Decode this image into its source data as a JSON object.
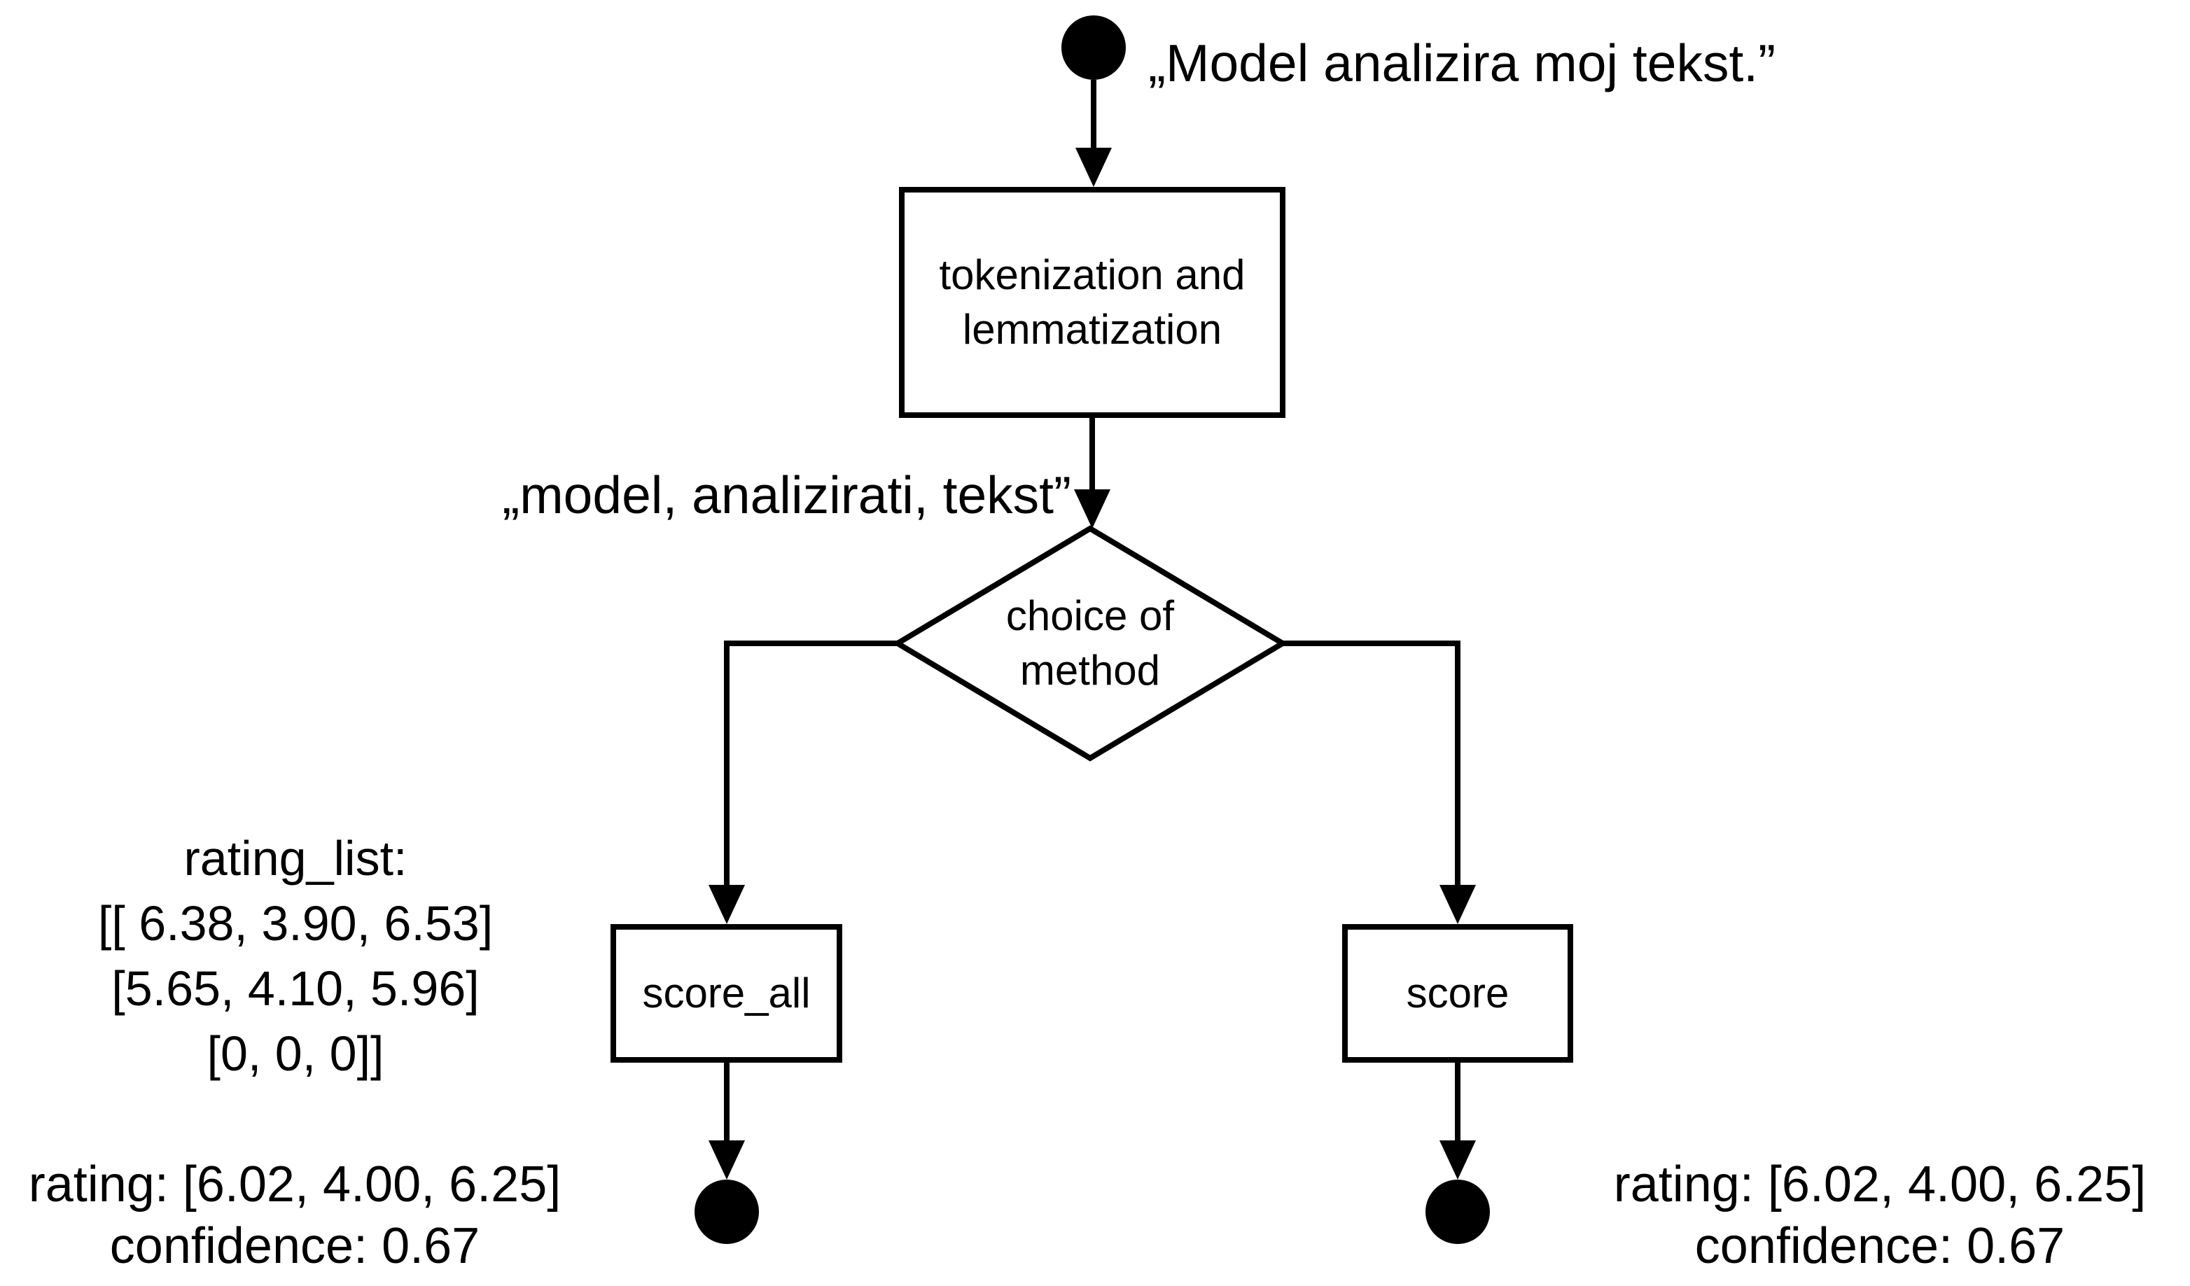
{
  "colors": {
    "ink": "#000000",
    "background": "#ffffff"
  },
  "nodes": {
    "start": {
      "type": "start-node"
    },
    "tokenization": {
      "label": "tokenization and\nlemmatization"
    },
    "choice": {
      "label": "choice of\nmethod"
    },
    "score_all": {
      "label": "score_all"
    },
    "score": {
      "label": "score"
    },
    "end_left": {
      "type": "end-node"
    },
    "end_right": {
      "type": "end-node"
    }
  },
  "annotations": {
    "input_sentence": "„Model analizira moj tekst.”",
    "lemmatized": "„model, analizirati, tekst”",
    "rating_list": {
      "title": "rating_list:",
      "rows": [
        "[[ 6.38, 3.90, 6.53]",
        "[5.65, 4.10, 5.96]",
        "[0, 0, 0]]"
      ]
    },
    "result_left": {
      "rating": "rating: [6.02, 4.00, 6.25]",
      "confidence": "confidence: 0.67"
    },
    "result_right": {
      "rating": "rating: [6.02, 4.00, 6.25]",
      "confidence": "confidence: 0.67"
    }
  }
}
